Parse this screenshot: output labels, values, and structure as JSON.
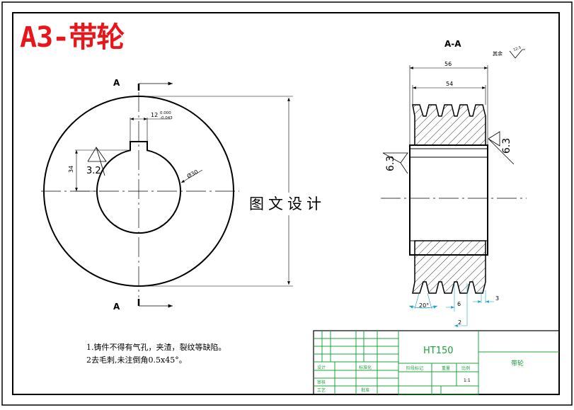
{
  "title": "A3-带轮",
  "section_labels": {
    "top": "A",
    "bottom": "A",
    "view": "A-A"
  },
  "dimensions": {
    "key_width": "12",
    "key_tol_upper": "0.000",
    "key_tol_lower": "-0.043",
    "hub_height": "34",
    "bore": "Ø30",
    "overall_width": "56",
    "groove_width": "54",
    "groove_angle": "20°",
    "pitch": "6",
    "gap": "3",
    "step": "2"
  },
  "roughness": {
    "bore": "3.2",
    "face_left": "6.3",
    "face_right": "6.3",
    "rest_label": "其余",
    "rest_value": "12.5"
  },
  "watermark": "图文设计",
  "notes": [
    "1.铸件不得有气孔，夹渣，裂纹等缺陷。",
    "2去毛刺,未注倒角0.5x45°。"
  ],
  "title_block": {
    "material": "HT150",
    "part_name": "带轮",
    "scale_label": "比例",
    "scale": "1:1",
    "weight_label": "重量",
    "stage_label": "阶段标记",
    "designer": "设计",
    "standard": "标准化",
    "reviewer": "审核",
    "process": "工艺",
    "approve": "批准"
  },
  "colors": {
    "title": "#e8151b",
    "table": "#1ba33a",
    "dim": "#1aa3c8"
  }
}
